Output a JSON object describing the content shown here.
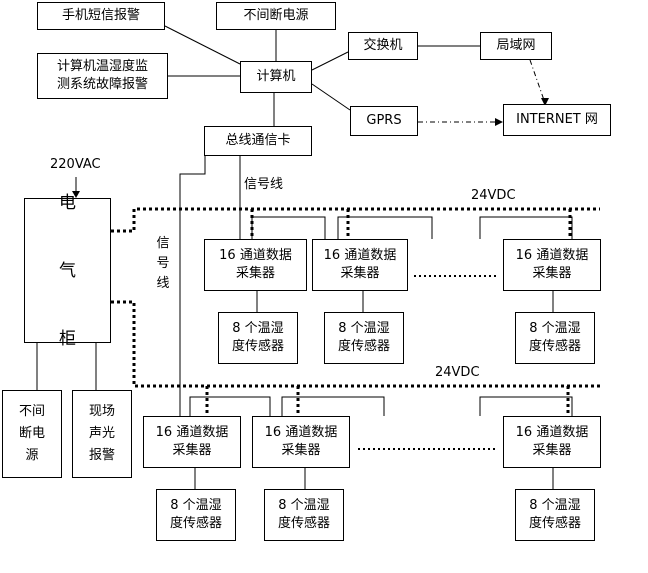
{
  "nodes": {
    "sms_alarm": "手机短信报警",
    "ups_top": "不间断电源",
    "monitor_fault": "计算机温湿度监\n测系统故障报警",
    "computer": "计算机",
    "switch": "交换机",
    "lan": "局域网",
    "gprs": "GPRS",
    "internet": "INTERNET 网",
    "bus_card": "总线通信卡",
    "cabinet": "电\n\n气\n\n柜",
    "ups_bottom": "不间\n断电\n源",
    "sound_light": "现场\n声光\n报警",
    "collector": "16 通道数据\n采集器",
    "sensor": "8 个温湿\n度传感器"
  },
  "labels": {
    "vac": "220VAC",
    "signal_line_h": "信号线",
    "signal_line_v": "信\n号\n线",
    "vdc_top": "24VDC",
    "vdc_bottom": "24VDC"
  }
}
